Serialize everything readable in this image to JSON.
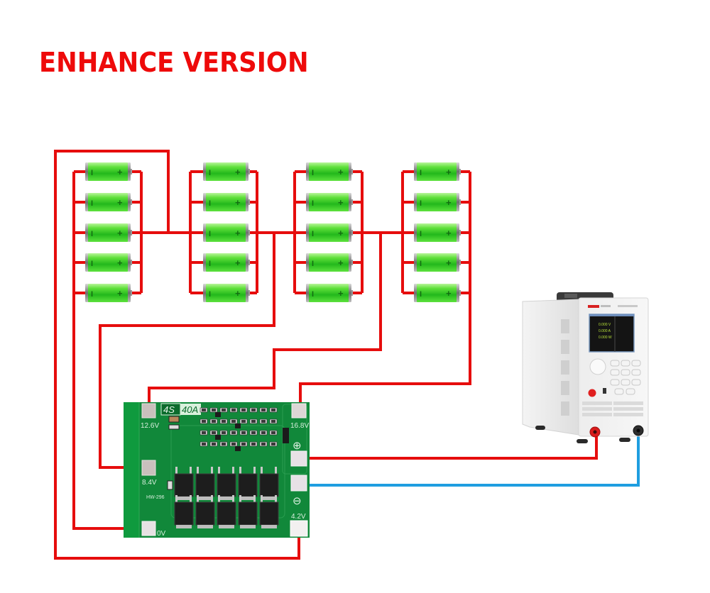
{
  "title": "ENHANCE VERSION",
  "colors": {
    "title": "#ee0a0a",
    "wire_positive": "#e60d0d",
    "wire_negative": "#1f9ee0",
    "battery_green": "#3fcf2a",
    "pcb_green": "#128a3a"
  },
  "battery_groups": [
    {
      "name": "group-1",
      "cells": 5,
      "cell_labels": {
        "negative": "I",
        "positive": "+"
      }
    },
    {
      "name": "group-2",
      "cells": 5,
      "cell_labels": {
        "negative": "I",
        "positive": "+"
      }
    },
    {
      "name": "group-3",
      "cells": 5,
      "cell_labels": {
        "negative": "I",
        "positive": "+"
      }
    },
    {
      "name": "group-4",
      "cells": 5,
      "cell_labels": {
        "negative": "I",
        "positive": "+"
      }
    }
  ],
  "bms_board": {
    "badge_series": "4S",
    "badge_current": "40A",
    "model": "HW-296",
    "pads": {
      "p12_6": "12.6V",
      "p16_8": "16.8V",
      "p8_4": "8.4V",
      "p0": "0V",
      "p4_2": "4.2V"
    },
    "plus_symbol": "⊕",
    "minus_symbol": "⊖"
  },
  "electronic_load": {
    "screen_readouts": [
      "0.000 V",
      "0.000 A",
      "0.000 W"
    ]
  }
}
